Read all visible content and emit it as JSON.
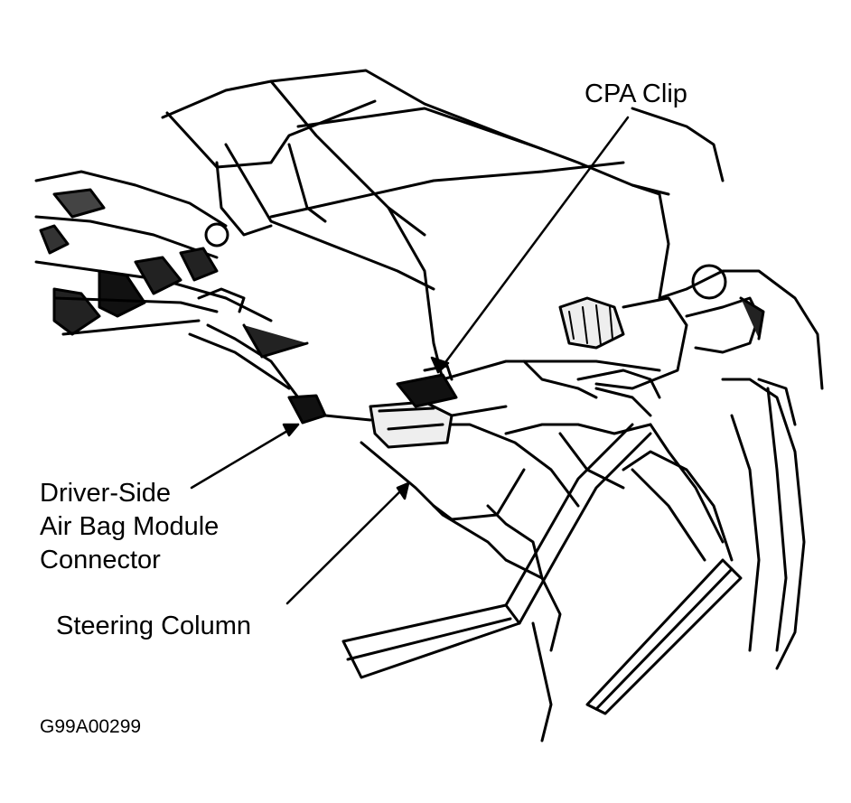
{
  "callouts": {
    "cpa_clip": "CPA Clip",
    "connector_line1": "Driver-Side",
    "connector_line2": "Air Bag Module",
    "connector_line3": "Connector",
    "steering_column": "Steering Column"
  },
  "figure_id": "G99A00299",
  "colors": {
    "ink": "#000000",
    "paper": "#ffffff"
  }
}
